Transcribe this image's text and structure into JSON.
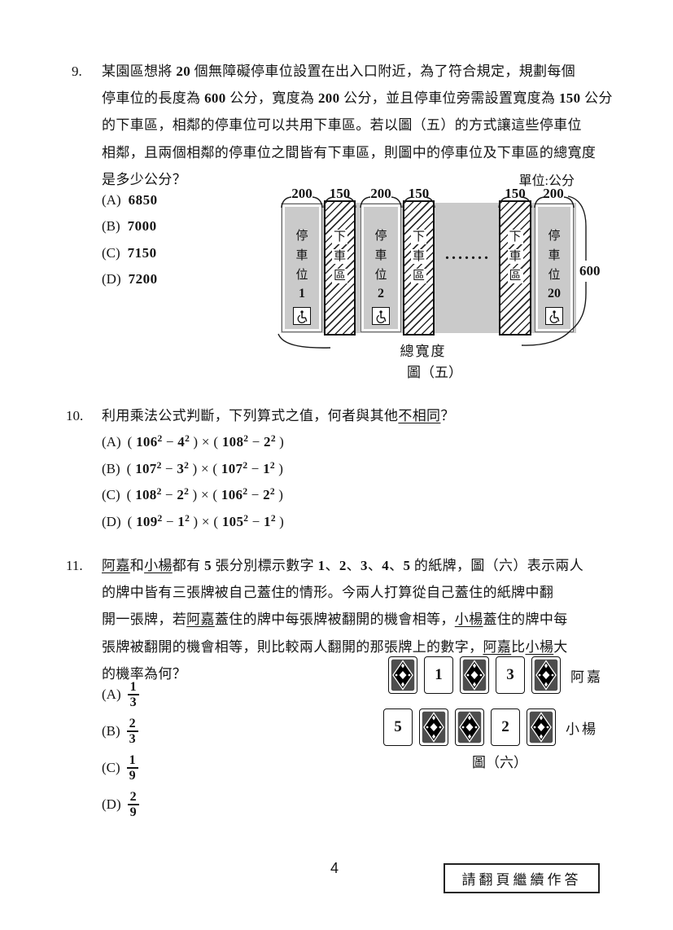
{
  "q9": {
    "number": "9.",
    "lines": [
      [
        {
          "t": "某園區想將 "
        },
        {
          "t": "20",
          "b": 1
        },
        {
          "t": " 個無障礙停車位設置在出入口附近，為了符合規定，規劃每個"
        }
      ],
      [
        {
          "t": "停車位的長度為 "
        },
        {
          "t": "600",
          "b": 1
        },
        {
          "t": " 公分，寬度為 "
        },
        {
          "t": "200",
          "b": 1
        },
        {
          "t": " 公分，並且停車位旁需設置寬度為 "
        },
        {
          "t": "150",
          "b": 1
        },
        {
          "t": " 公分"
        }
      ],
      [
        {
          "t": "的下車區，相鄰的停車位可以共用下車區。若以圖（五）的方式讓這些停車位"
        }
      ],
      [
        {
          "t": "相鄰，且兩個相鄰的停車位之間皆有下車區，則圖中的停車位及下車區的總寬度"
        }
      ],
      [
        {
          "t": "是多少公分？"
        }
      ]
    ],
    "options": [
      {
        "label": "(A)",
        "value": "6850"
      },
      {
        "label": "(B)",
        "value": "7000"
      },
      {
        "label": "(C)",
        "value": "7150"
      },
      {
        "label": "(D)",
        "value": "7200"
      }
    ],
    "figure": {
      "unit_label": "單位:公分",
      "dims": [
        "200",
        "150",
        "200",
        "150",
        "150",
        "200"
      ],
      "stalls": [
        {
          "chars": [
            "停",
            "車",
            "位"
          ],
          "num": "1"
        },
        {
          "chars": [
            "停",
            "車",
            "位"
          ],
          "num": "2"
        },
        {
          "chars": [
            "停",
            "車",
            "位"
          ],
          "num": "20"
        }
      ],
      "drop_chars": [
        "下",
        "車",
        "區"
      ],
      "dots": ".......",
      "height_label": "600",
      "total_width_label": "總寬度",
      "caption": "圖（五）"
    }
  },
  "q10": {
    "number": "10.",
    "header": [
      {
        "t": "利用乘法公式判斷，下列算式之值，何者與其他"
      },
      {
        "t": "不相同",
        "u": 1
      },
      {
        "t": "？"
      }
    ],
    "options": [
      {
        "label": "(A)",
        "expr": [
          {
            "t": "( "
          },
          {
            "t": "106",
            "b": 1
          },
          {
            "t": "2",
            "b": 1,
            "s": 1
          },
          {
            "t": " − "
          },
          {
            "t": "4",
            "b": 1
          },
          {
            "t": "2",
            "b": 1,
            "s": 1
          },
          {
            "t": " ) × ( "
          },
          {
            "t": "108",
            "b": 1
          },
          {
            "t": "2",
            "b": 1,
            "s": 1
          },
          {
            "t": " − "
          },
          {
            "t": "2",
            "b": 1
          },
          {
            "t": "2",
            "b": 1,
            "s": 1
          },
          {
            "t": " )"
          }
        ]
      },
      {
        "label": "(B)",
        "expr": [
          {
            "t": "( "
          },
          {
            "t": "107",
            "b": 1
          },
          {
            "t": "2",
            "b": 1,
            "s": 1
          },
          {
            "t": " − "
          },
          {
            "t": "3",
            "b": 1
          },
          {
            "t": "2",
            "b": 1,
            "s": 1
          },
          {
            "t": " ) × ( "
          },
          {
            "t": "107",
            "b": 1
          },
          {
            "t": "2",
            "b": 1,
            "s": 1
          },
          {
            "t": " − "
          },
          {
            "t": "1",
            "b": 1
          },
          {
            "t": "2",
            "b": 1,
            "s": 1
          },
          {
            "t": " )"
          }
        ]
      },
      {
        "label": "(C)",
        "expr": [
          {
            "t": "( "
          },
          {
            "t": "108",
            "b": 1
          },
          {
            "t": "2",
            "b": 1,
            "s": 1
          },
          {
            "t": " − "
          },
          {
            "t": "2",
            "b": 1
          },
          {
            "t": "2",
            "b": 1,
            "s": 1
          },
          {
            "t": " ) × ( "
          },
          {
            "t": "106",
            "b": 1
          },
          {
            "t": "2",
            "b": 1,
            "s": 1
          },
          {
            "t": " − "
          },
          {
            "t": "2",
            "b": 1
          },
          {
            "t": "2",
            "b": 1,
            "s": 1
          },
          {
            "t": " )"
          }
        ]
      },
      {
        "label": "(D)",
        "expr": [
          {
            "t": "( "
          },
          {
            "t": "109",
            "b": 1
          },
          {
            "t": "2",
            "b": 1,
            "s": 1
          },
          {
            "t": " − "
          },
          {
            "t": "1",
            "b": 1
          },
          {
            "t": "2",
            "b": 1,
            "s": 1
          },
          {
            "t": " ) × ( "
          },
          {
            "t": "105",
            "b": 1
          },
          {
            "t": "2",
            "b": 1,
            "s": 1
          },
          {
            "t": " − "
          },
          {
            "t": "1",
            "b": 1
          },
          {
            "t": "2",
            "b": 1,
            "s": 1
          },
          {
            "t": " )"
          }
        ]
      }
    ]
  },
  "q11": {
    "number": "11.",
    "lines": [
      [
        {
          "t": "阿嘉",
          "u": 1
        },
        {
          "t": "和"
        },
        {
          "t": "小楊",
          "u": 1
        },
        {
          "t": "都有 "
        },
        {
          "t": "5",
          "b": 1
        },
        {
          "t": " 張分別標示數字 "
        },
        {
          "t": "1",
          "b": 1
        },
        {
          "t": "、"
        },
        {
          "t": "2",
          "b": 1
        },
        {
          "t": "、"
        },
        {
          "t": "3",
          "b": 1
        },
        {
          "t": "、"
        },
        {
          "t": "4",
          "b": 1
        },
        {
          "t": "、"
        },
        {
          "t": "5",
          "b": 1
        },
        {
          "t": " 的紙牌，圖（六）表示兩人"
        }
      ],
      [
        {
          "t": "的牌中皆有三張牌被自己蓋住的情形。今兩人打算從自己蓋住的紙牌中翻"
        }
      ],
      [
        {
          "t": "開一張牌，若"
        },
        {
          "t": "阿嘉",
          "u": 1
        },
        {
          "t": "蓋住的牌中每張牌被翻開的機會相等，"
        },
        {
          "t": "小楊",
          "u": 1
        },
        {
          "t": "蓋住的牌中每"
        }
      ],
      [
        {
          "t": "張牌被翻開的機會相等，則比較兩人翻開的那張牌上的數字，"
        },
        {
          "t": "阿嘉",
          "u": 1
        },
        {
          "t": "比"
        },
        {
          "t": "小楊",
          "u": 1
        },
        {
          "t": "大"
        }
      ],
      [
        {
          "t": "的機率為何？"
        }
      ]
    ],
    "options": [
      {
        "label": "(A)",
        "num": "1",
        "den": "3"
      },
      {
        "label": "(B)",
        "num": "2",
        "den": "3"
      },
      {
        "label": "(C)",
        "num": "1",
        "den": "9"
      },
      {
        "label": "(D)",
        "num": "2",
        "den": "9"
      }
    ],
    "figure": {
      "rows": [
        {
          "cards": [
            "back",
            "1",
            "back",
            "3",
            "back"
          ],
          "label": "阿嘉"
        },
        {
          "cards": [
            "5",
            "back",
            "back",
            "2",
            "back"
          ],
          "label": "小楊"
        }
      ],
      "caption": "圖（六）"
    }
  },
  "footer": {
    "page_number": "4",
    "turn_page": "請翻頁繼續作答"
  }
}
